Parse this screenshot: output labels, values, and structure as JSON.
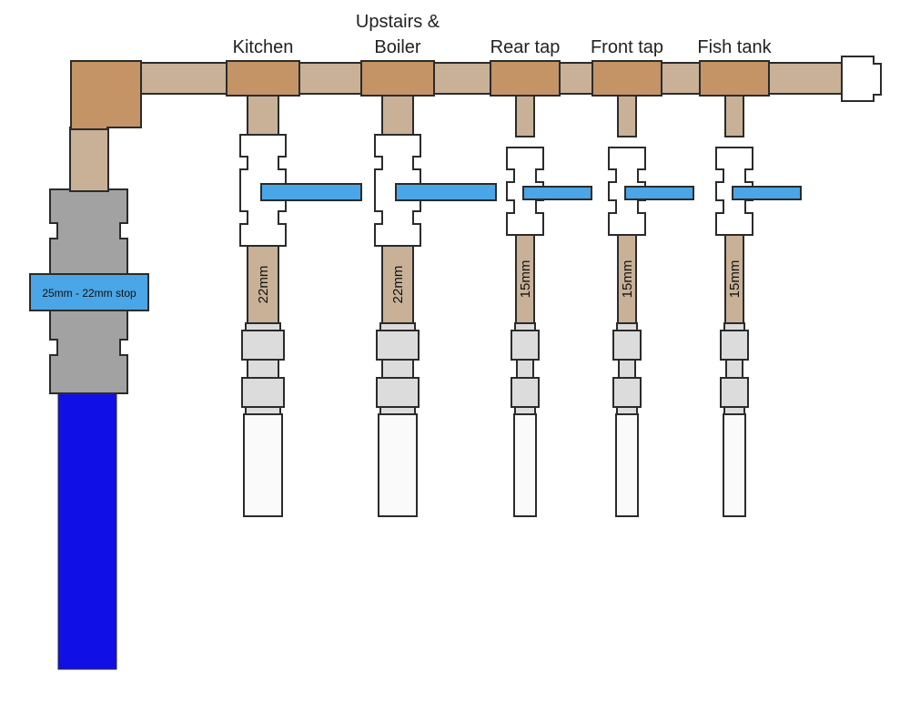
{
  "branches": [
    {
      "label_lines": [
        "Kitchen"
      ],
      "size": "22mm"
    },
    {
      "label_lines": [
        "Upstairs &",
        "Boiler"
      ],
      "size": "22mm"
    },
    {
      "label_lines": [
        "Rear tap"
      ],
      "size": "15mm"
    },
    {
      "label_lines": [
        "Front tap"
      ],
      "size": "15mm"
    },
    {
      "label_lines": [
        "Fish tank"
      ],
      "size": "15mm"
    }
  ],
  "stop": {
    "label": "25mm - 22mm stop"
  },
  "colors": {
    "pipe": "#c8b197",
    "fitting": "#c49466",
    "valve_handle": "#4aa6e6",
    "stop_body": "#a2a2a2",
    "supply": "#1010e6"
  }
}
